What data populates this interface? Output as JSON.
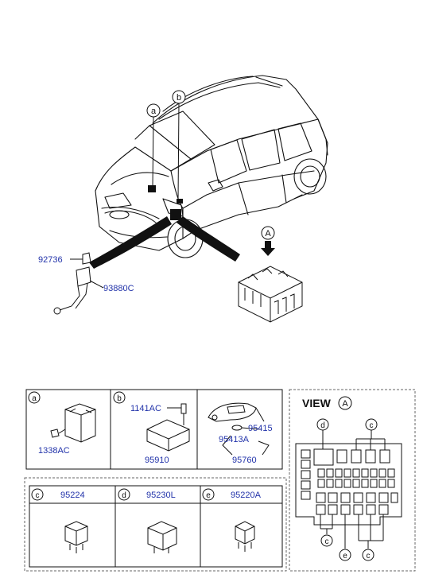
{
  "callouts": {
    "a": "a",
    "b": "b",
    "c": "c",
    "d": "d",
    "e": "e",
    "view_ref": "A"
  },
  "parts": {
    "p92736": "92736",
    "p93880C": "93880C",
    "p1338AC": "1338AC",
    "p1141AC": "1141AC",
    "p95910": "95910",
    "p95415": "95415",
    "p95413A": "95413A",
    "p95760": "95760",
    "p95224": "95224",
    "p95230L": "95230L",
    "p95220A": "95220A"
  },
  "view": {
    "label": "VIEW",
    "ref": "A"
  },
  "colors": {
    "part_number": "#2233aa",
    "line": "#111111",
    "dash": "#666666"
  }
}
